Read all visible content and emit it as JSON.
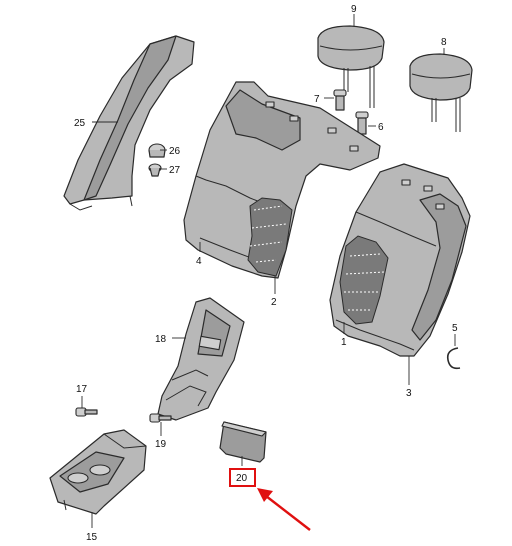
{
  "labels": {
    "p1": "1",
    "p2": "2",
    "p3": "3",
    "p4": "4",
    "p5": "5",
    "p6": "6",
    "p7": "7",
    "p8": "8",
    "p9": "9",
    "p15": "15",
    "p17": "17",
    "p18": "18",
    "p19": "19",
    "p20": "20",
    "p25": "25",
    "p26": "26",
    "p27": "27"
  },
  "colors": {
    "highlight": "#e01010",
    "part_fill": "#b8b8b8",
    "outline": "#2b2b2b"
  },
  "highlighted_part": "20"
}
